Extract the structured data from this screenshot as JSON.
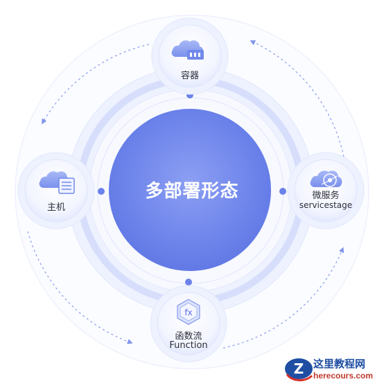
{
  "center": {
    "label": "多部署形态"
  },
  "nodes": {
    "top": {
      "label": "容器",
      "icon": "cloud-container-icon"
    },
    "left": {
      "label": "主机",
      "icon": "cloud-server-icon"
    },
    "right": {
      "label_line1": "微服务",
      "label_line2": "servicestage",
      "icon": "cloud-microservice-icon"
    },
    "bottom": {
      "label_line1": "函数流",
      "label_line2": "Function",
      "icon": "fx-function-icon"
    }
  },
  "watermark": {
    "title": "这里教程网",
    "url": "herecours.com",
    "logo_letter": "Z"
  },
  "colors": {
    "primary": "#6b82ea",
    "primary_dark": "#5a6fe0",
    "ring_light": "#e6ebfd",
    "ring_mid": "#d3dcfb",
    "dashed_arrow": "#8fa3ee"
  }
}
